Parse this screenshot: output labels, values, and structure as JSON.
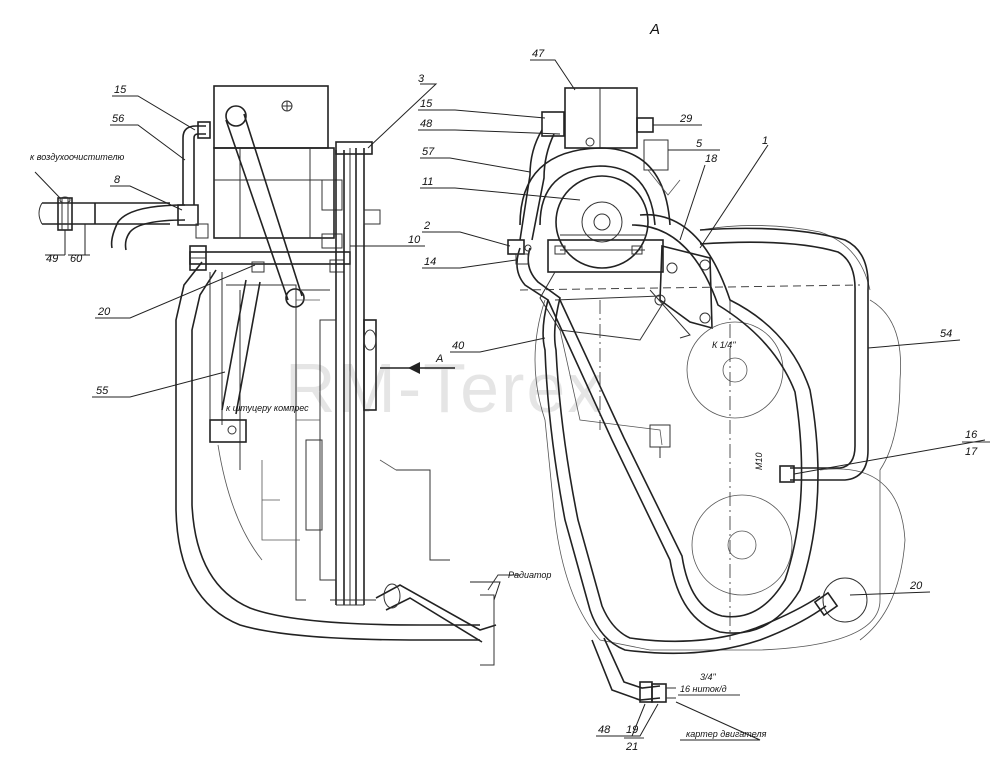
{
  "view_label": "A",
  "section_marker": "A",
  "watermark": "RM-Terex",
  "annotations": {
    "air_cleaner": "к воздухоочистителю",
    "compressor_fitting": "к штуцеру компрес",
    "radiator": "Радиатор",
    "thread_k14": "К 1/4\"",
    "thread_m10": "М10",
    "thread_34": "3/4\"",
    "threads_per_inch": "16 ниток/д",
    "crankcase": "картер двигателя"
  },
  "callouts": {
    "c15a": "15",
    "c56": "56",
    "c8": "8",
    "c49": "49",
    "c60": "60",
    "c20a": "20",
    "c55": "55",
    "c3": "3",
    "c10": "10",
    "c47": "47",
    "c15b": "15",
    "c48a": "48",
    "c57": "57",
    "c11": "11",
    "c2": "2",
    "c14": "14",
    "c40": "40",
    "c29": "29",
    "c5": "5",
    "c18": "18",
    "c1": "1",
    "c54": "54",
    "c16": "16",
    "c17": "17",
    "c20b": "20",
    "c48b": "48",
    "c19": "19",
    "c21": "21"
  },
  "colors": {
    "ink": "#222222",
    "paper": "#ffffff"
  }
}
